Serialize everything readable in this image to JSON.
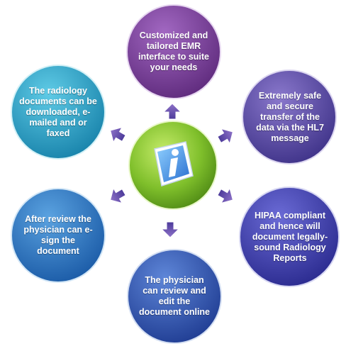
{
  "diagram": {
    "center": {
      "icon": "info-i-icon",
      "color": "#7bb82a"
    },
    "nodes": [
      {
        "id": "top",
        "text": "Customized and tailored EMR interface to suite your needs",
        "color": "#7a3c97"
      },
      {
        "id": "upper-right",
        "text": "Extremely safe and secure transfer of the data via the HL7 message",
        "color": "#5a4aa8"
      },
      {
        "id": "lower-right",
        "text": "HIPAA compliant and hence will document legally-sound Radiology Reports",
        "color": "#3f3fb0"
      },
      {
        "id": "bottom",
        "text": "The physician can review and edit the document online",
        "color": "#2f54b5"
      },
      {
        "id": "lower-left",
        "text": "After review the physician can e-sign the document",
        "color": "#2a72c0"
      },
      {
        "id": "upper-left",
        "text": "The radiology documents can be downloaded, e-mailed and or faxed",
        "color": "#2aa0c8"
      }
    ]
  }
}
